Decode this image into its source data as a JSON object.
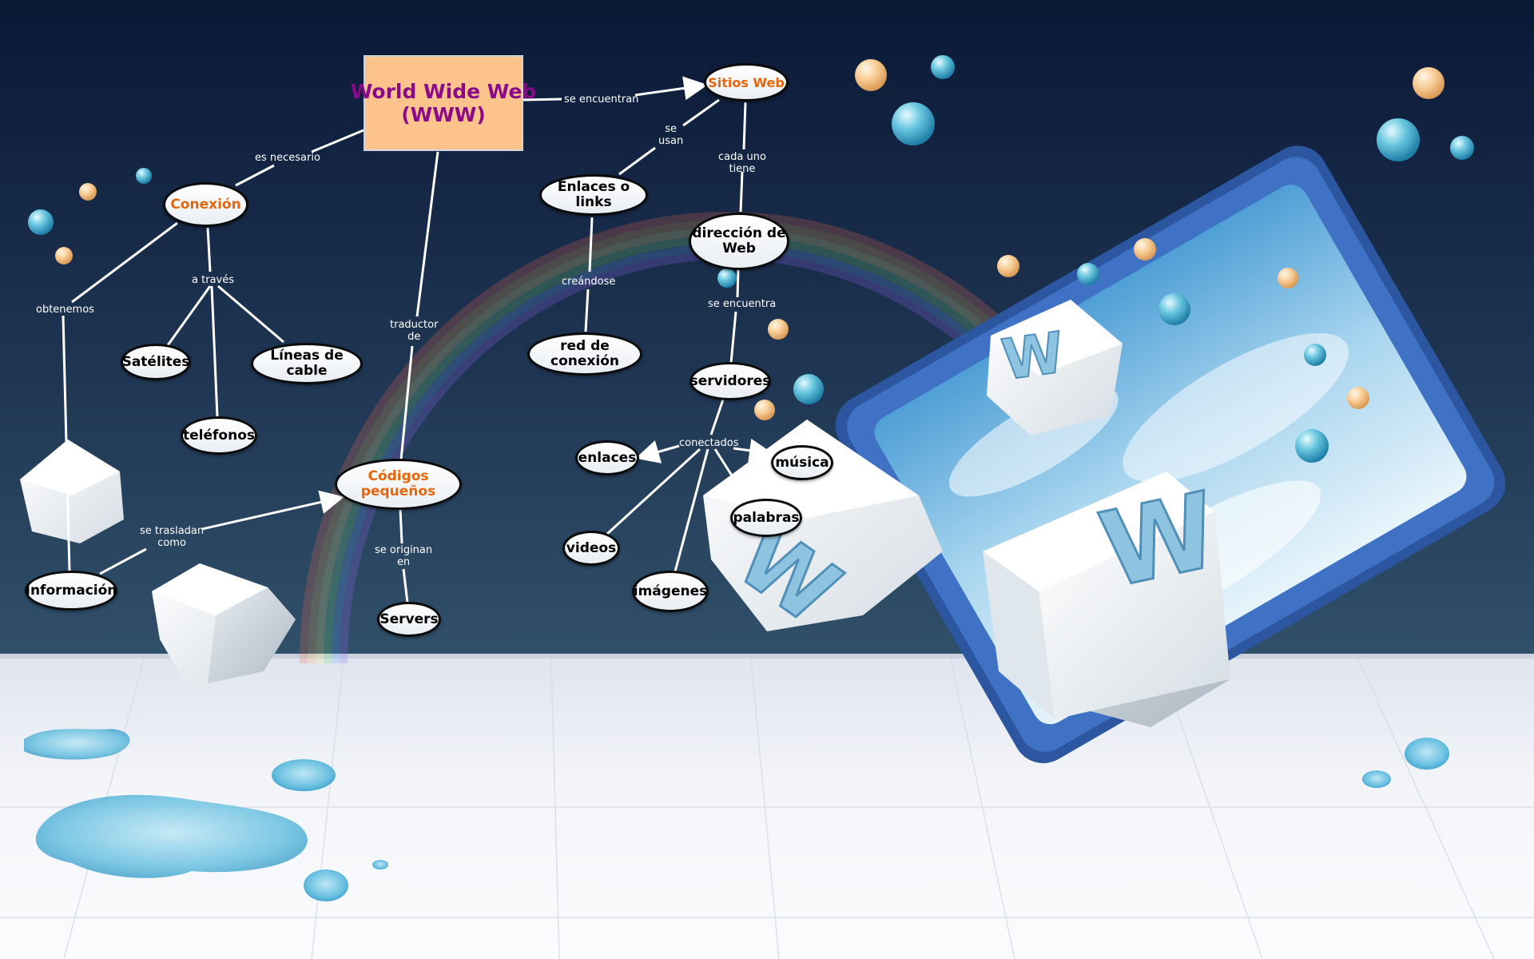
{
  "diagram": {
    "nodes": {
      "www": "World Wide Web\n(WWW)",
      "sitios": "Sitios Web",
      "conexion": "Conexión",
      "enlaces_links": "Enlaces o links",
      "direccion": "dirección de\nWeb",
      "satelites": "Satélites",
      "lineas": "Líneas de cable",
      "red": "red de conexión",
      "servidores": "servidores",
      "telefonos": "teléfonos",
      "enlaces": "enlaces",
      "musica": "música",
      "codigos": "Códigos pequeños",
      "palabras": "palabras",
      "videos": "videos",
      "informacion": "Información",
      "imagenes": "imágenes",
      "servers": "Servers"
    },
    "edge_labels": {
      "se_encuentran": "se encuentran",
      "es_necesario": "es necesario",
      "se_usan": "se\nusan",
      "cada_uno_tiene": "cada uno\ntiene",
      "a_traves": "a través",
      "obtenemos": "obtenemos",
      "creandose": "creándose",
      "se_encuentra": "se encuentra",
      "traductor_de": "traductor\nde",
      "conectados": "conectados",
      "se_trasladan_como": "se trasladan\ncomo",
      "se_originan_en": "se originan\nen"
    }
  },
  "colors": {
    "sky_top": "#0b1a3c",
    "sky_bottom": "#2b4a62",
    "floor": "#eef1f6",
    "root_fill": "#fdc38c",
    "root_text": "#8a0a8a",
    "orange_text": "#e8650a",
    "frame_blue": "#2f5fae"
  }
}
